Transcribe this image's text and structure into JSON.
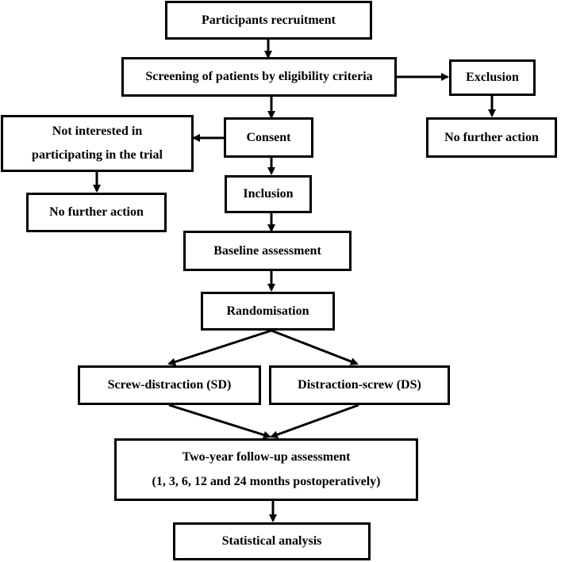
{
  "flowchart": {
    "recruitment": "Participants recruitment",
    "screening": "Screening of patients by eligibility criteria",
    "exclusion": "Exclusion",
    "exclusion_action": "No further action",
    "consent": "Consent",
    "not_interested": [
      "Not interested in",
      "participating in the trial"
    ],
    "not_interested_action": "No further action",
    "inclusion": "Inclusion",
    "baseline": "Baseline assessment",
    "randomisation": "Randomisation",
    "arm_sd": "Screw-distraction (SD)",
    "arm_ds": "Distraction-screw (DS)",
    "followup": [
      "Two-year follow-up assessment",
      "(1, 3, 6, 12 and 24 months postoperatively)"
    ],
    "analysis": "Statistical analysis"
  },
  "colors": {
    "stroke": "#000000",
    "background": "#ffffff"
  }
}
